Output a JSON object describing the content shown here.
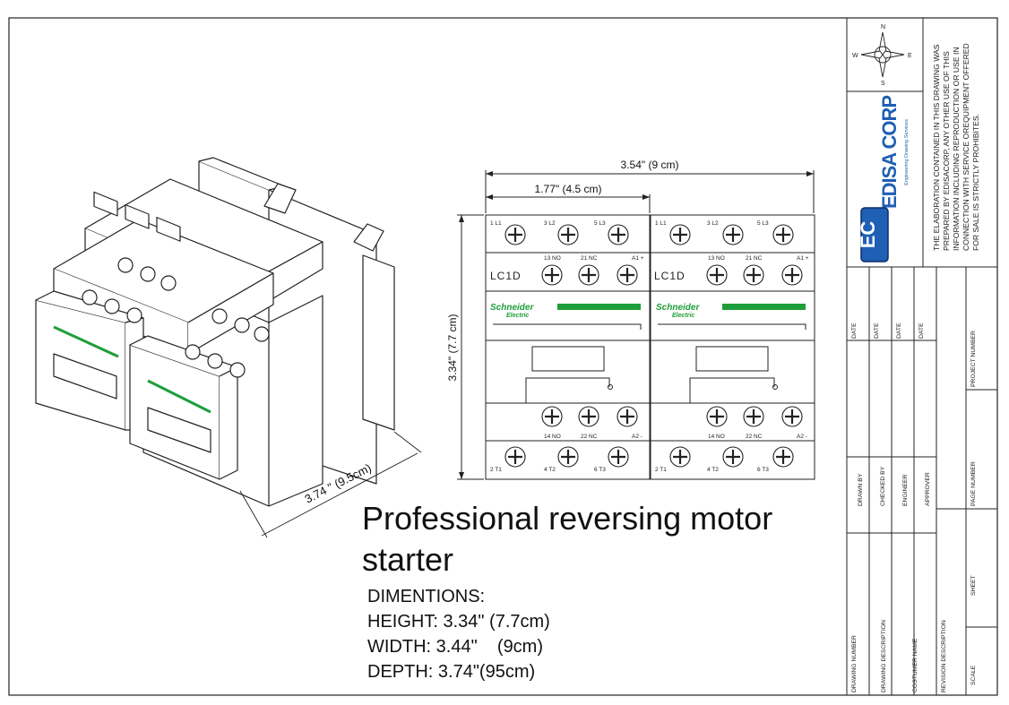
{
  "title_line1": "Professional reversing motor",
  "title_line2": "starter",
  "dimensions": {
    "heading": "DIMENTIONS:",
    "height": "HEIGHT: 3.34\" (7.7cm)",
    "width": "WIDTH: 3.44\"    (9cm)",
    "depth": "DEPTH: 3.74\"(95cm)"
  },
  "measurements": {
    "overall_width": "3.54\" (9 cm)",
    "half_width": "1.77\" (4.5 cm)",
    "height": "3.34\" (7.7 cm)",
    "depth": "3.74 \" (9.5cm)"
  },
  "contactor": {
    "model": "LC1D",
    "brand": "Schneider",
    "brand_sub": "Electric",
    "top_terminals": [
      "1 L1",
      "3 L2",
      "5 L3"
    ],
    "aux_top": [
      "13 NO",
      "21 NC",
      "A1 +"
    ],
    "aux_bottom": [
      "14 NO",
      "22 NC",
      "A2 -"
    ],
    "bottom_terminals": [
      "2 T1",
      "4 T2",
      "6 T3"
    ]
  },
  "compass": {
    "n": "N",
    "s": "S",
    "e": "E",
    "w": "W"
  },
  "company": {
    "mark": "EC",
    "name": "EDISA CORP",
    "tagline": "Engineering Drawing Services"
  },
  "notice": "THE ELABORATION CONTAINED IN THIS DRAWING WAS PREPARED BY EDISACORP, ANY OTHER USE OF THIS INFORMATION INCLUDING REPRODUCTION OR USE IN CONNECTION WITH SERVICE OREQUIPMENT OFFERED FOR SALE IS STRICTLY PROHIBITES.",
  "title_block": {
    "date": "DATE",
    "drawn_by": "DRAWN BY",
    "checked_by": "CHECKED BY",
    "engineer": "ENGINEER",
    "approver": "APPROVER",
    "drawing_number": "DRAWING NUMBER",
    "drawing_description": "DRAWING DESCRIPTION",
    "customer_name": "COSTUMER NAME",
    "revision_description": "REVISION DESCRIPTION",
    "project_number": "PROJECT NUMBER",
    "page_number": "PAGE NUMBER",
    "sheet": "SHEET",
    "scale": "SCALE"
  },
  "colors": {
    "brand_green": "#1e9e3a",
    "logo_blue": "#1f5fb4",
    "line": "#222222"
  }
}
